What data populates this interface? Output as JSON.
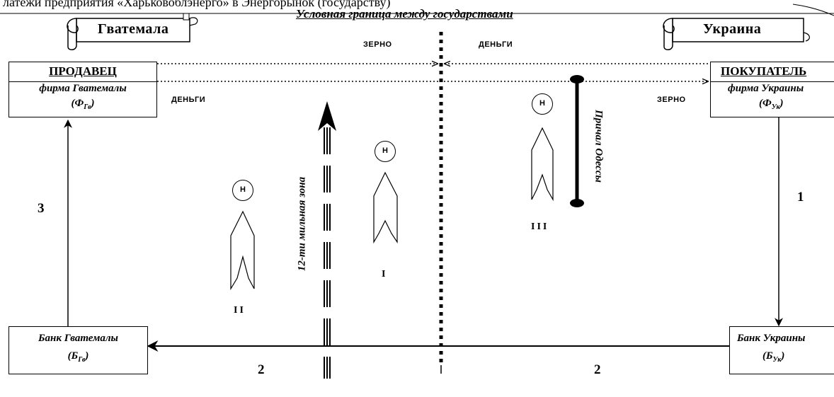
{
  "top_caption": "латежи предприятия «Харьковоблэнерго» в Энергорынок (государству)",
  "border_caption": "Условная граница между государствами",
  "countries": {
    "left": "Гватемала",
    "right": "Украина"
  },
  "flow_labels": {
    "grain_top": "ЗЕРНО",
    "money_top": "ДЕНЬГИ",
    "money_left": "ДЕНЬГИ",
    "grain_right": "ЗЕРНО"
  },
  "seller": {
    "title": "ПРОДАВЕЦ",
    "firm": "фирма Гватемалы",
    "code": "(Ф",
    "code_sub": "Гв",
    "code_close": ")"
  },
  "buyer": {
    "title": "ПОКУПАТЕЛЬ",
    "firm": "фирма Украины",
    "code": "(Ф",
    "code_sub": "Ук",
    "code_close": ")"
  },
  "bank_left": {
    "name": "Банк Гватемалы",
    "code": "(Б",
    "code_sub": "Гв",
    "code_close": ")"
  },
  "bank_right": {
    "name": "Банк Украины",
    "code": "(Б",
    "code_sub": "Ук",
    "code_close": ")"
  },
  "step_numbers": {
    "one": "1",
    "two_left": "2",
    "two_right": "2",
    "three": "3"
  },
  "zone_label": "12-ти мильная зона",
  "pier_label": "Причал Одессы",
  "ships": [
    {
      "badge": "Н",
      "roman": "I"
    },
    {
      "badge": "Н",
      "roman": "II"
    },
    {
      "badge": "Н",
      "roman": "III"
    }
  ]
}
